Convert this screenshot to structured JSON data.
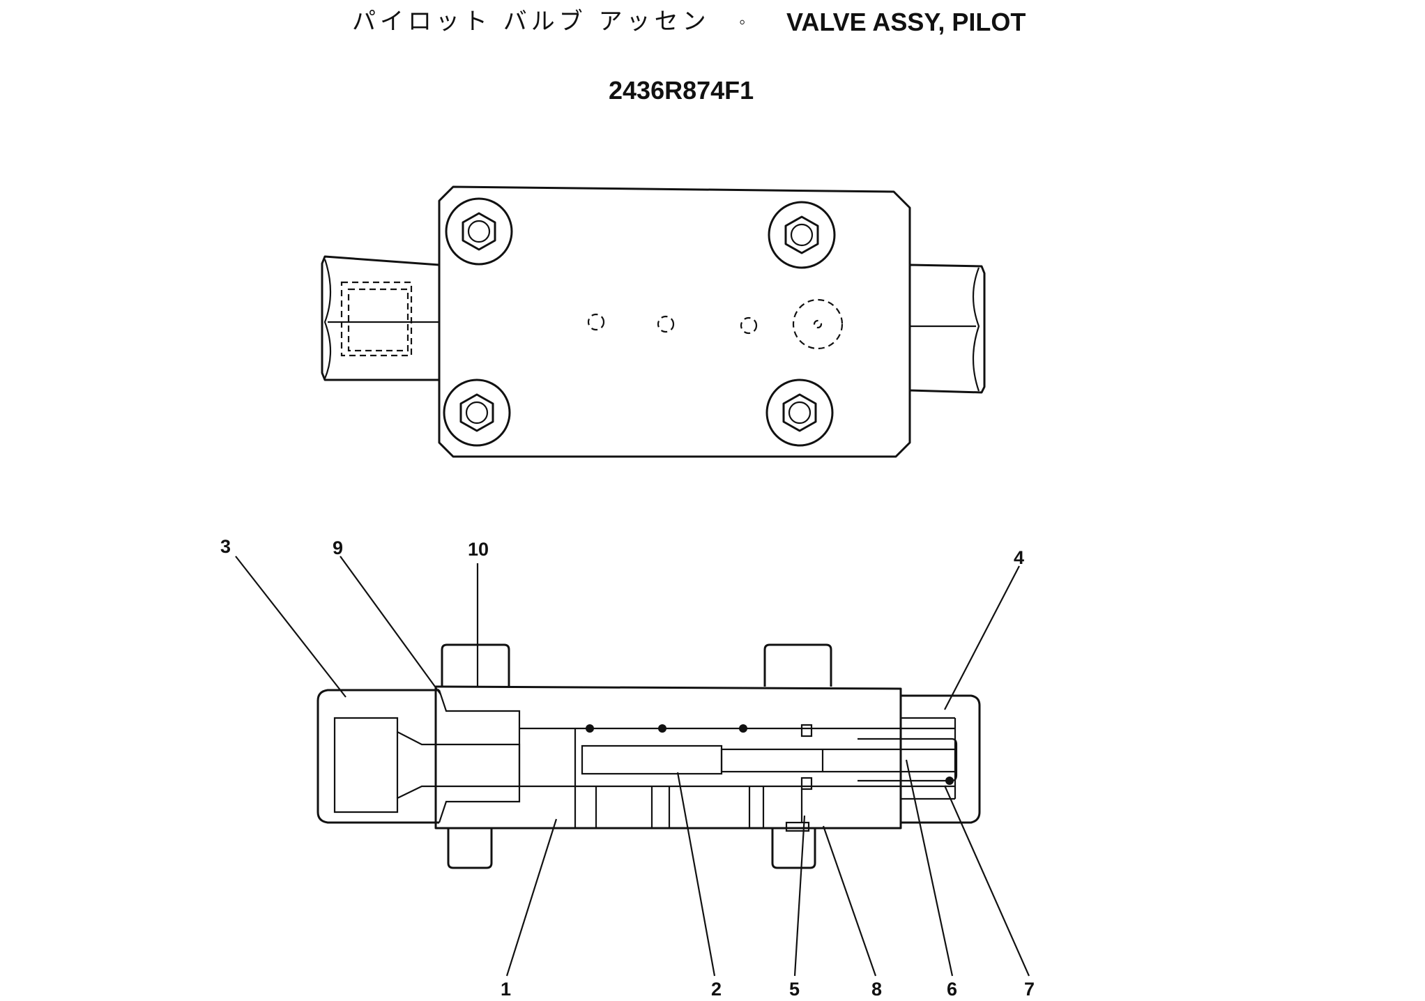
{
  "header": {
    "title_jp": "パイロット バルブ アッセン",
    "separator": "◦",
    "title_en": "VALVE ASSY, PILOT",
    "part_number": "2436R874F1"
  },
  "callouts": {
    "c1": "1",
    "c2": "2",
    "c3": "3",
    "c4": "4",
    "c5": "5",
    "c6": "6",
    "c7": "7",
    "c8": "8",
    "c9": "9",
    "c10": "10"
  }
}
